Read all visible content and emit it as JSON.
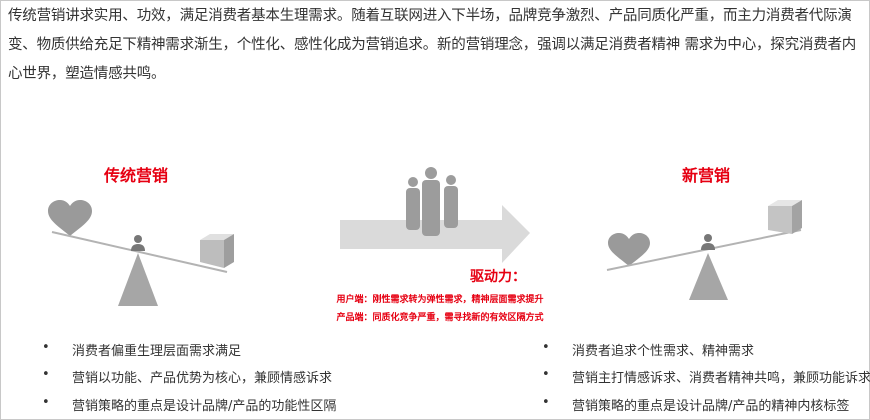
{
  "intro": "传统营销讲求实用、功效，满足消费者基本生理需求。随着互联网进入下半场，品牌竞争激烈、产品同质化严重，而主力消费者代际演变、物质供给充足下精神需求渐生，个性化、感性化成为营销追求。新的营销理念，强调以满足消费者精神 需求为中心，探究消费者内心世界，塑造情感共鸣。",
  "traditional": {
    "title": "传统营销",
    "bullets": [
      "消费者偏重生理层面需求满足",
      "营销以功能、产品优势为核心，兼顾情感诉求",
      "营销策略的重点是设计品牌/产品的功能性区隔"
    ]
  },
  "new": {
    "title": "新营销",
    "bullets": [
      "消费者追求个性需求、精神需求",
      "营销主打情感诉求、消费者精神共鸣，兼顾功能诉求",
      "营销策略的重点是设计品牌/产品的精神内核标签"
    ]
  },
  "driver": {
    "title": "驱动力：",
    "lines": [
      "用户端：刚性需求转为弹性需求，精神层面需求提升",
      "产品端：同质化竞争严重，需寻找新的有效区隔方式"
    ]
  },
  "colors": {
    "accent": "#e60012",
    "graphic": "#a6a6a6",
    "arrow": "#d9d9d9"
  },
  "bullet_symbol": "•"
}
